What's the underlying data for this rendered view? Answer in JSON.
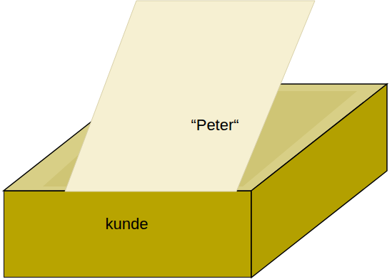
{
  "diagram": {
    "nodes": [
      {
        "text": [
          "kunde"
        ]
      },
      {
        "text": [
          "“Peter“"
        ],
        "in": 0
      }
    ]
  }
}
